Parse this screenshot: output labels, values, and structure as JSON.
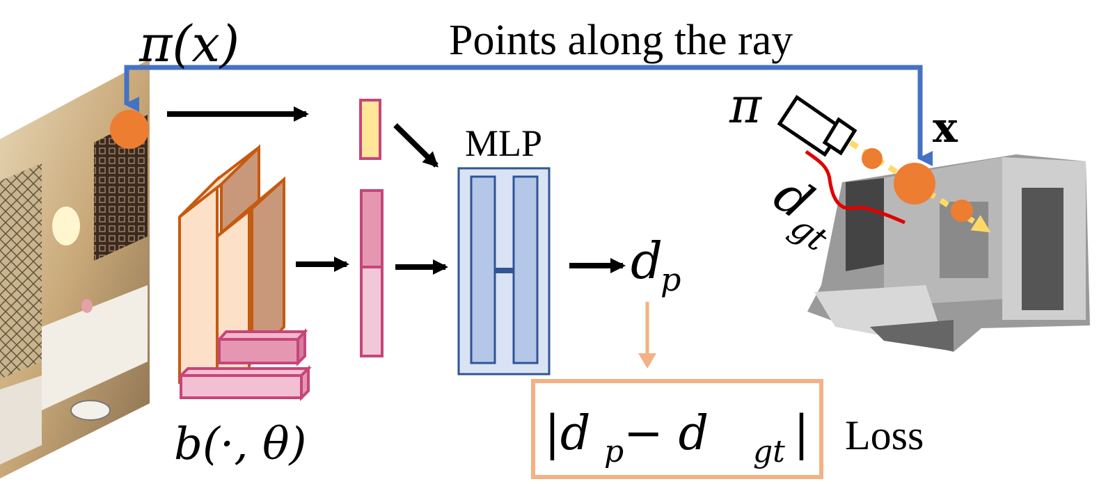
{
  "labels": {
    "pi_x": "π(x)",
    "pi_sym": "π",
    "rays_title": "Points along the ray",
    "x_point": "x",
    "mlp": "MLP",
    "d_p": "d",
    "d_p_sub": "p",
    "d_gt": "d",
    "d_gt_sub": "gt",
    "backbone": "b(·, θ)",
    "loss_formula_left": "|d",
    "loss_formula_sub1": "p",
    "loss_formula_mid": " − d",
    "loss_formula_sub2": "gt",
    "loss_formula_right": "|",
    "loss": "Loss"
  },
  "colors": {
    "ray_blue": "#4472c4",
    "point_orange": "#ed7d31",
    "backbone_orange": "#c55a11",
    "backbone_fill": "#c9987a",
    "feature_yellow": "#ffe699",
    "feature_pink": "#e597b2",
    "feature_border": "#c7457a",
    "mlp_fill": "#dae3f3",
    "mlp_inner": "#b4c7e7",
    "mlp_border": "#2f5597",
    "loss_border": "#f4b183",
    "loss_arrow": "#f4b183",
    "ray_dotted": "#ffd966",
    "dgt_red": "#e00000"
  }
}
